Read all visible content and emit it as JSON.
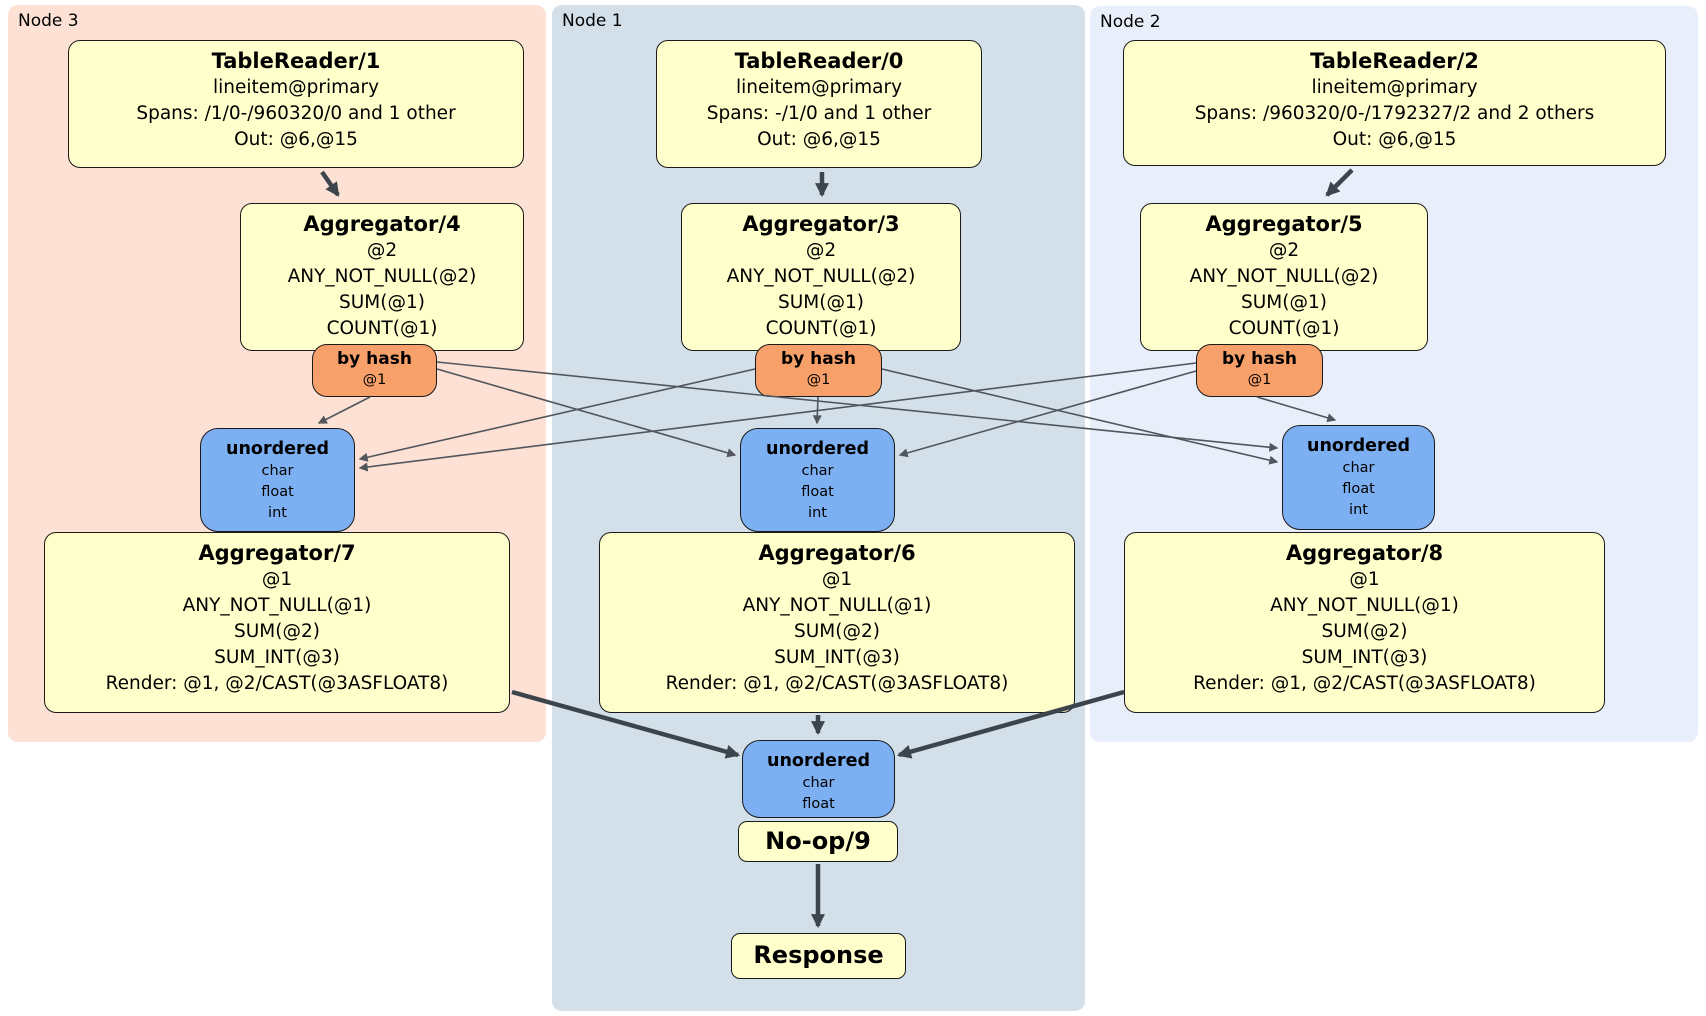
{
  "colors": {
    "node3_bg": "#fce1d4",
    "node1_bg": "#d3e0e9",
    "node2_bg": "#e9effa",
    "processor_bg": "#ffffcc",
    "router_bg": "#f7a06a",
    "sync_bg": "#7db0f2",
    "arrow": "#3d454c",
    "mesh_line": "#51565c"
  },
  "regions": {
    "node3": {
      "label": "Node 3"
    },
    "node1": {
      "label": "Node 1"
    },
    "node2": {
      "label": "Node 2"
    }
  },
  "boxes": {
    "tr1": {
      "title": "TableReader/1",
      "lines": [
        "lineitem@primary",
        "Spans: /1/0-/960320/0 and 1 other",
        "Out: @6,@15"
      ]
    },
    "tr0": {
      "title": "TableReader/0",
      "lines": [
        "lineitem@primary",
        "Spans: -/1/0 and 1 other",
        "Out: @6,@15"
      ]
    },
    "tr2": {
      "title": "TableReader/2",
      "lines": [
        "lineitem@primary",
        "Spans: /960320/0-/1792327/2 and 2 others",
        "Out: @6,@15"
      ]
    },
    "ag4": {
      "title": "Aggregator/4",
      "lines": [
        "@2",
        "ANY_NOT_NULL(@2)",
        "SUM(@1)",
        "COUNT(@1)"
      ]
    },
    "ag3": {
      "title": "Aggregator/3",
      "lines": [
        "@2",
        "ANY_NOT_NULL(@2)",
        "SUM(@1)",
        "COUNT(@1)"
      ]
    },
    "ag5": {
      "title": "Aggregator/5",
      "lines": [
        "@2",
        "ANY_NOT_NULL(@2)",
        "SUM(@1)",
        "COUNT(@1)"
      ]
    },
    "ag7": {
      "title": "Aggregator/7",
      "lines": [
        "@1",
        "ANY_NOT_NULL(@1)",
        "SUM(@2)",
        "SUM_INT(@3)",
        "Render: @1, @2/CAST(@3ASFLOAT8)"
      ]
    },
    "ag6": {
      "title": "Aggregator/6",
      "lines": [
        "@1",
        "ANY_NOT_NULL(@1)",
        "SUM(@2)",
        "SUM_INT(@3)",
        "Render: @1, @2/CAST(@3ASFLOAT8)"
      ]
    },
    "ag8": {
      "title": "Aggregator/8",
      "lines": [
        "@1",
        "ANY_NOT_NULL(@1)",
        "SUM(@2)",
        "SUM_INT(@3)",
        "Render: @1, @2/CAST(@3ASFLOAT8)"
      ]
    },
    "noop": {
      "title": "No-op/9"
    },
    "response": {
      "title": "Response"
    }
  },
  "routers": {
    "bh3": {
      "title": "by hash",
      "detail": "@1"
    },
    "bh1": {
      "title": "by hash",
      "detail": "@1"
    },
    "bh2": {
      "title": "by hash",
      "detail": "@1"
    }
  },
  "syncs": {
    "un3": {
      "title": "unordered",
      "types": [
        "char",
        "float",
        "int"
      ]
    },
    "un1": {
      "title": "unordered",
      "types": [
        "char",
        "float",
        "int"
      ]
    },
    "un2": {
      "title": "unordered",
      "types": [
        "char",
        "float",
        "int"
      ]
    },
    "unb": {
      "title": "unordered",
      "types": [
        "char",
        "float"
      ]
    }
  }
}
